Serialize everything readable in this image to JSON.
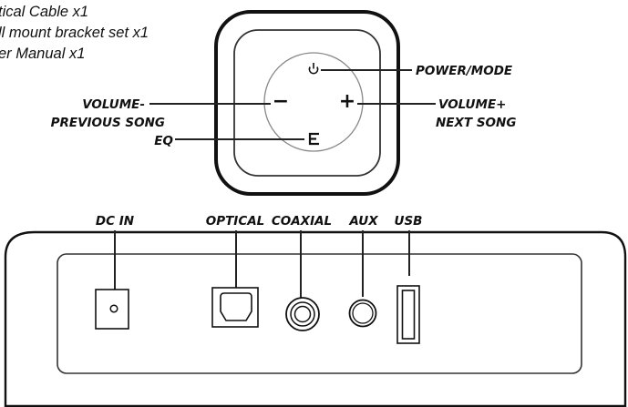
{
  "accessory_list": [
    "tical Cable x1",
    "ll mount bracket set x1",
    "er Manual x1"
  ],
  "control_labels": {
    "power": "POWER/MODE",
    "volume_down": "VOLUME-",
    "previous": "PREVIOUS SONG",
    "volume_up": "VOLUME+",
    "next": "NEXT SONG",
    "eq": "EQ"
  },
  "button_symbols": {
    "power": "power-icon",
    "minus": "−",
    "plus": "+",
    "eq": "eq-icon"
  },
  "ports": [
    "DC IN",
    "OPTICAL",
    "COAXIAL",
    "AUX",
    "USB"
  ]
}
